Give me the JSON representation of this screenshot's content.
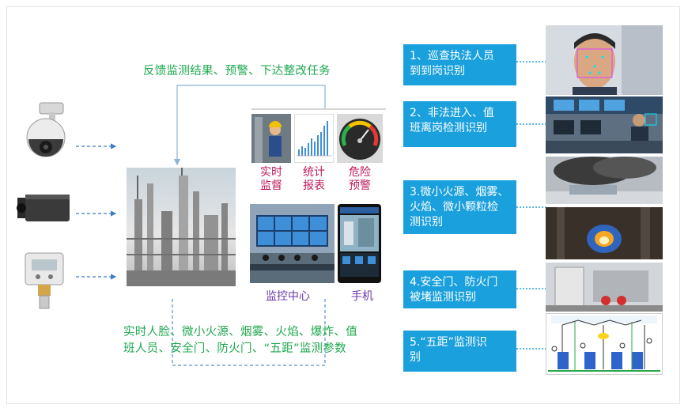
{
  "feedback_label": "反馈监测结果、预警、下达整改任务",
  "bottom_label_line1": "实时人脸、微小火源、烟雾、火焰、爆炸、值",
  "bottom_label_line2": "班人员、安全门、防火门、“五距”监测参数",
  "tiles": {
    "realtime": {
      "line1": "实时",
      "line2": "监督"
    },
    "stats": {
      "line1": "统计",
      "line2": "报表"
    },
    "danger": {
      "line1": "危险",
      "line2": "预警"
    }
  },
  "monitor_center_label": "监控中心",
  "phone_label": "手机",
  "tasks": [
    {
      "line1": "1、巡查执法人员",
      "line2": "到到岗识别"
    },
    {
      "line1": "2、非法进入、值",
      "line2": "班离岗检测识别"
    },
    {
      "line1": "3.微小火源、烟雾、",
      "line2": "火焰、微小颗粒检",
      "line3": "测识别"
    },
    {
      "line1": "4.安全门、防火门",
      "line2": "被堵监测识别"
    },
    {
      "line1": "5.“五距”监测识",
      "line2": "别"
    }
  ],
  "colors": {
    "accent_blue": "#1aa0dc",
    "label_green": "#1fa84f",
    "tile_pink": "#c2185b",
    "label_purple": "#6a3aa8"
  }
}
